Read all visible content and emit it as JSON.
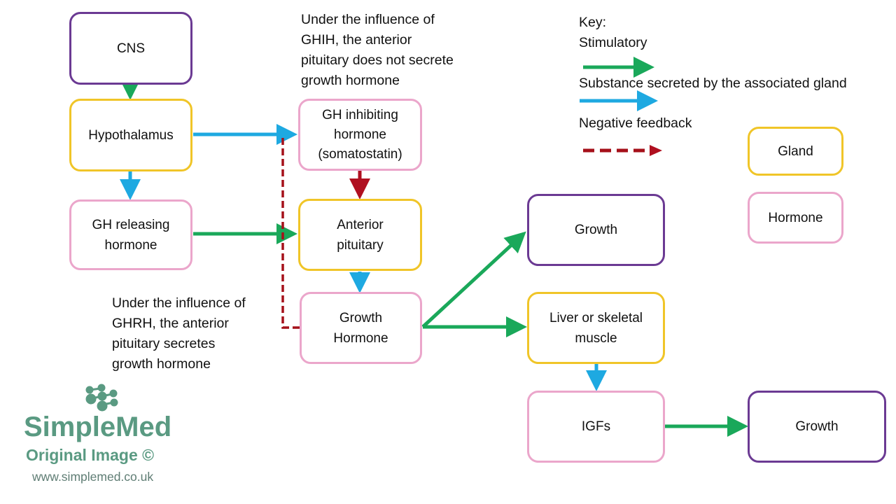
{
  "nodes": {
    "cns": "CNS",
    "hypothalamus": "Hypothalamus",
    "ghrh": "GH releasing hormone",
    "ghih_line1": "GH inhibiting",
    "ghih_line2": "hormone",
    "ghih_line3": "(somatostatin)",
    "anterior_pituitary_line1": "Anterior",
    "anterior_pituitary_line2": "pituitary",
    "growth_hormone_line1": "Growth",
    "growth_hormone_line2": "Hormone",
    "growth_top": "Growth",
    "liver_line1": "Liver or skeletal",
    "liver_line2": "muscle",
    "igfs": "IGFs",
    "growth_bottom": "Growth",
    "ghrh_line1": "GH releasing",
    "ghrh_line2": "hormone"
  },
  "annotations": {
    "ghih_note": [
      "Under the influence of",
      "GHIH, the anterior",
      "pituitary does not secrete",
      "growth hormone"
    ],
    "ghrh_note": [
      "Under the influence of",
      "GHRH, the anterior",
      "pituitary secretes",
      "growth hormone"
    ]
  },
  "key": {
    "title": "Key:",
    "stimulatory": "Stimulatory",
    "secreted": "Substance secreted by the associated gland",
    "negative": "Negative feedback",
    "gland": "Gland",
    "hormone": "Hormone"
  },
  "colors": {
    "stimulatory": "#1aa85a",
    "secreted": "#1ea9e1",
    "negative": "#a5101a",
    "gland_border": "#f0c528",
    "hormone_border": "#eba6cb",
    "outcome_border": "#6b3a93",
    "logo": "#5a9a82"
  },
  "logo": {
    "brand": "SimpleMed",
    "subtitle": "Original Image ©",
    "url": "www.simplemed.co.uk"
  }
}
